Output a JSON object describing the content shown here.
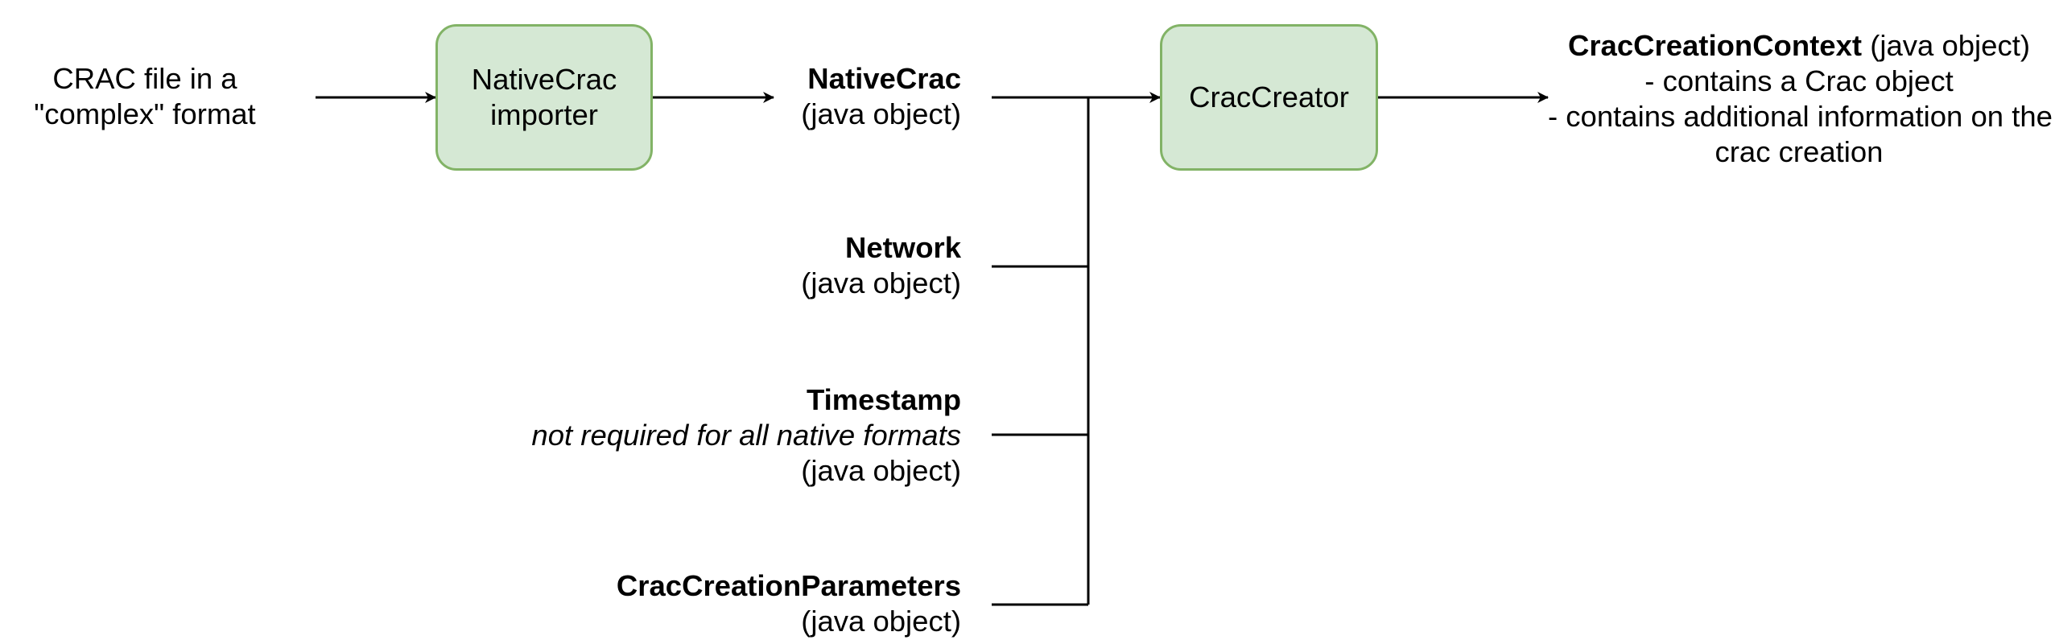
{
  "diagram": {
    "source": {
      "line1": "CRAC file in a",
      "line2": "\"complex\" format"
    },
    "importer_box": {
      "line1": "NativeCrac",
      "line2": "importer"
    },
    "native_crac": {
      "title": "NativeCrac",
      "type": "(java object)"
    },
    "network": {
      "title": "Network",
      "type": "(java object)"
    },
    "timestamp": {
      "title": "Timestamp",
      "note": "not required for all native formats",
      "type": "(java object)"
    },
    "parameters": {
      "title": "CracCreationParameters",
      "type": "(java object)"
    },
    "creator_box": {
      "label": "CracCreator"
    },
    "output": {
      "title": "CracCreationContext",
      "type": " (java object)",
      "line2": "- contains a Crac object",
      "line3": "- contains additional information on the",
      "line4": "crac creation"
    },
    "colors": {
      "box_fill": "#d5e8d4",
      "box_border": "#82b366",
      "connector": "#000000"
    }
  }
}
